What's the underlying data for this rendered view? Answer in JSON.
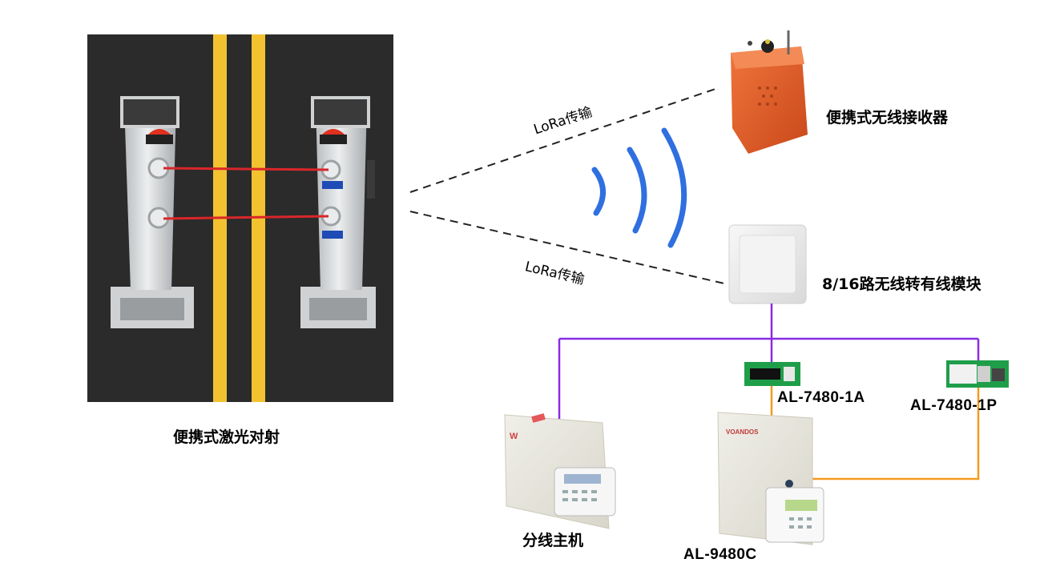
{
  "labels": {
    "laser": "便携式激光对射",
    "receiver": "便携式无线接收器",
    "converter": "8/16路无线转有线模块",
    "lora_top": "LoRa传输",
    "lora_bottom": "LoRa传输",
    "module_a": "AL-7480-1A",
    "module_p": "AL-7480-1P",
    "host_split": "分线主机",
    "host_main": "AL-9480C"
  },
  "device_text": {
    "brand": "VOANDOS"
  },
  "colors": {
    "background": "#ffffff",
    "road": "#2b2b2b",
    "lane_line": "#f2c230",
    "laser_beam": "#d9262a",
    "receiver_body": "#e45a25",
    "wireless_arc": "#2f6fe0",
    "bus_line": "#8a2be2",
    "link_line": "#f29a1e",
    "pcb": "#1f9e4a"
  }
}
